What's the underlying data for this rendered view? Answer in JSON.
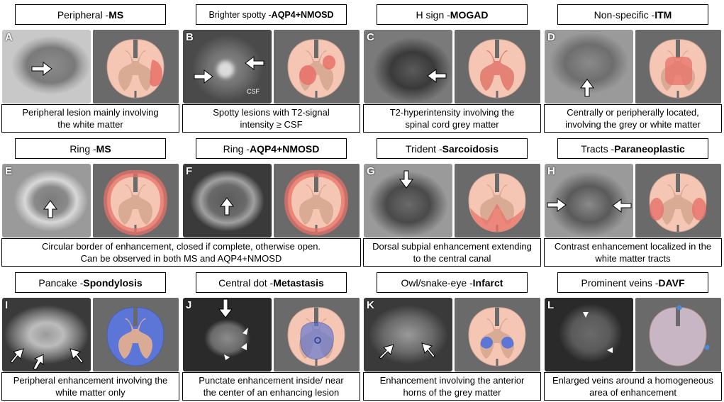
{
  "panels": [
    {
      "letter": "A",
      "title_plain": "Peripheral - ",
      "title_bold": "MS",
      "desc1": "Peripheral lesion mainly involving",
      "desc2": "the white matter"
    },
    {
      "letter": "B",
      "title_plain": "Brighter spotty - ",
      "title_bold": "AQP4+NMOSD",
      "desc1": "Spotty lesions with T2-signal",
      "desc2": "intensity ≥ CSF",
      "label": "CSF"
    },
    {
      "letter": "C",
      "title_plain": "H sign - ",
      "title_bold": "MOGAD",
      "desc1": "T2-hyperintensity involving the",
      "desc2": "spinal cord grey matter"
    },
    {
      "letter": "D",
      "title_plain": "Non-specific - ",
      "title_bold": "ITM",
      "desc1": "Centrally or peripherally located,",
      "desc2": "involving the grey or white matter"
    },
    {
      "letter": "E",
      "title_plain": "Ring - ",
      "title_bold": "MS"
    },
    {
      "letter": "F",
      "title_plain": "Ring - ",
      "title_bold": "AQP4+NMOSD"
    },
    {
      "letter": "G",
      "title_plain": "Trident - ",
      "title_bold": "Sarcoidosis",
      "desc1": "Dorsal subpial enhancement extending",
      "desc2": "to the central canal"
    },
    {
      "letter": "H",
      "title_plain": "Tracts - ",
      "title_bold": "Paraneoplastic",
      "desc1": "Contrast enhancement localized in the",
      "desc2": "white matter tracts"
    },
    {
      "letter": "I",
      "title_plain": "Pancake - ",
      "title_bold": "Spondylosis",
      "desc1": "Peripheral enhancement involving the",
      "desc2": "white matter only"
    },
    {
      "letter": "J",
      "title_plain": "Central dot - ",
      "title_bold": "Metastasis",
      "desc1": "Punctate enhancement inside/ near",
      "desc2": "the center of an enhancing lesion"
    },
    {
      "letter": "K",
      "title_plain": "Owl/snake-eye - ",
      "title_bold": "Infarct",
      "desc1": "Enhancement involving the anterior",
      "desc2": "horns of the grey matter"
    },
    {
      "letter": "L",
      "title_plain": "Prominent veins - ",
      "title_bold": "DAVF",
      "desc1": "Enlarged veins around a homogeneous",
      "desc2": "area of enhancement"
    }
  ],
  "ring_desc": {
    "line1": "Circular border of enhancement, closed if complete, otherwise open.",
    "line2": "Can be observed in both MS and AQP4+NMOSD"
  },
  "colors": {
    "white_matter": "#f5c6b4",
    "grey_matter": "#d9ab95",
    "lesion": "#e8716a",
    "enhance_blue": "#5b76d6",
    "outline": "#b0948a"
  }
}
